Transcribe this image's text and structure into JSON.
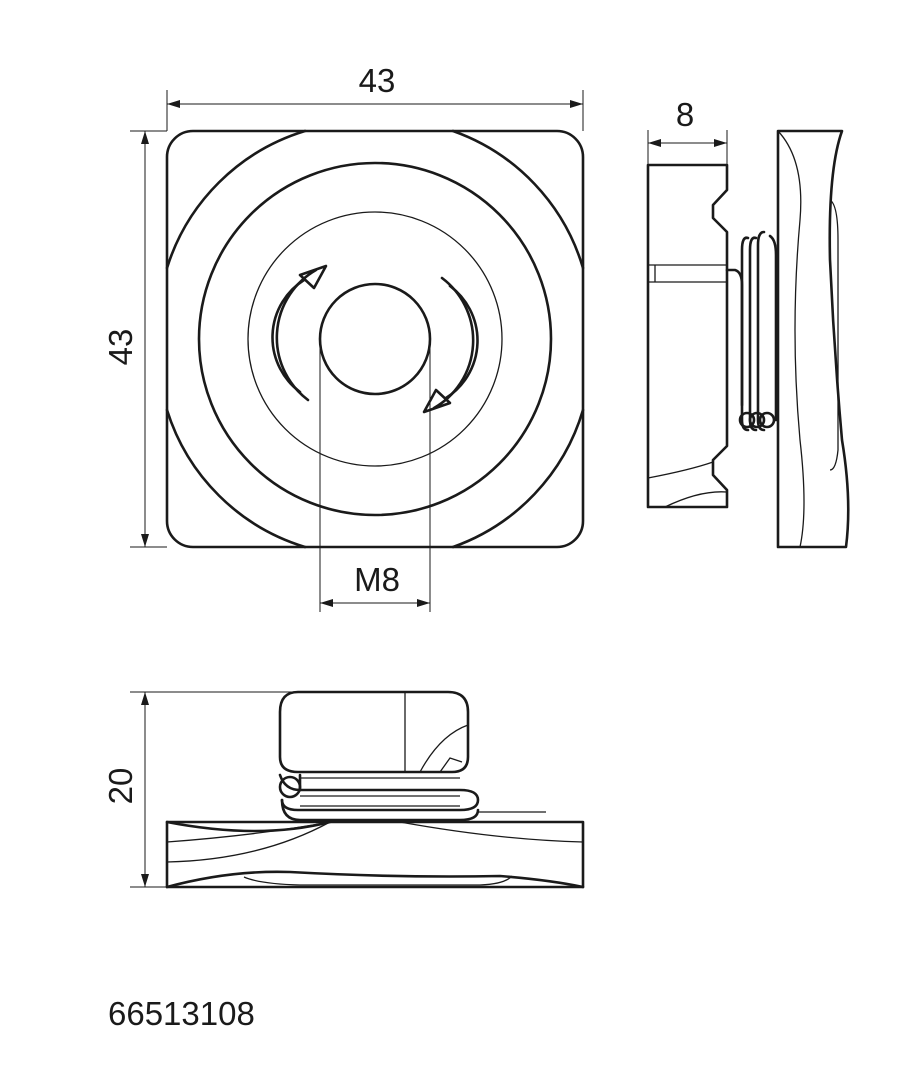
{
  "dimensions": {
    "top_width": "43",
    "side_height": "43",
    "thread": "M8",
    "side_thickness": "8",
    "bottom_height": "20"
  },
  "part_number": "66513108"
}
